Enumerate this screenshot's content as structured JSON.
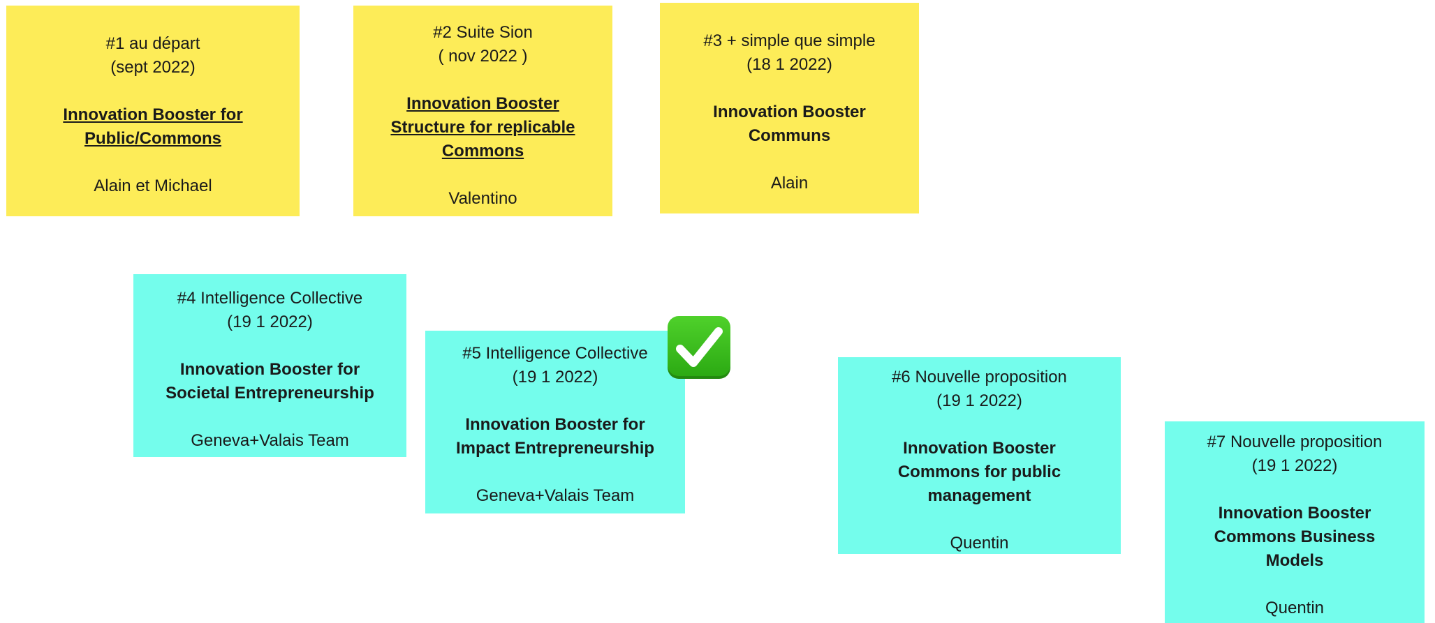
{
  "notes": [
    {
      "id": 1,
      "color": "yellow",
      "line1": "#1 au départ",
      "line2": "(sept 2022)",
      "title_lines": [
        "Innovation Booster for",
        "Public/Commons"
      ],
      "title_underlined": true,
      "author": "Alain et Michael"
    },
    {
      "id": 2,
      "color": "yellow",
      "line1": "#2 Suite Sion",
      "line2": "( nov 2022 )",
      "title_lines": [
        "Innovation Booster",
        "Structure for replicable",
        "Commons"
      ],
      "title_underlined": true,
      "author": "Valentino"
    },
    {
      "id": 3,
      "color": "yellow",
      "line1": "#3 + simple que simple",
      "line2": "(18 1 2022)",
      "title_lines": [
        "Innovation Booster",
        "Communs"
      ],
      "title_underlined": false,
      "author": "Alain"
    },
    {
      "id": 4,
      "color": "cyan",
      "line1": "#4 Intelligence Collective",
      "line2": "(19 1 2022)",
      "title_lines": [
        "Innovation Booster for",
        "Societal Entrepreneurship"
      ],
      "title_underlined": false,
      "author": "Geneva+Valais Team"
    },
    {
      "id": 5,
      "color": "cyan",
      "line1": "#5 Intelligence Collective",
      "line2": "(19 1 2022)",
      "title_lines": [
        "Innovation Booster for",
        "Impact Entrepreneurship"
      ],
      "title_underlined": false,
      "author": "Geneva+Valais Team",
      "checked": true
    },
    {
      "id": 6,
      "color": "cyan",
      "line1": "#6 Nouvelle proposition",
      "line2": "(19 1 2022)",
      "title_lines": [
        "Innovation Booster",
        "Commons for public",
        "management"
      ],
      "title_underlined": false,
      "author": "Quentin"
    },
    {
      "id": 7,
      "color": "cyan",
      "line1": "#7 Nouvelle proposition",
      "line2": "(19 1 2022)",
      "title_lines": [
        "Innovation Booster",
        "Commons Business",
        "Models"
      ],
      "title_underlined": false,
      "author": "Quentin"
    }
  ],
  "colors": {
    "yellow": "#fdec58",
    "cyan": "#74fdec",
    "check_green": "#3cc01c"
  },
  "checkmark_icon": "check-mark-button-icon"
}
